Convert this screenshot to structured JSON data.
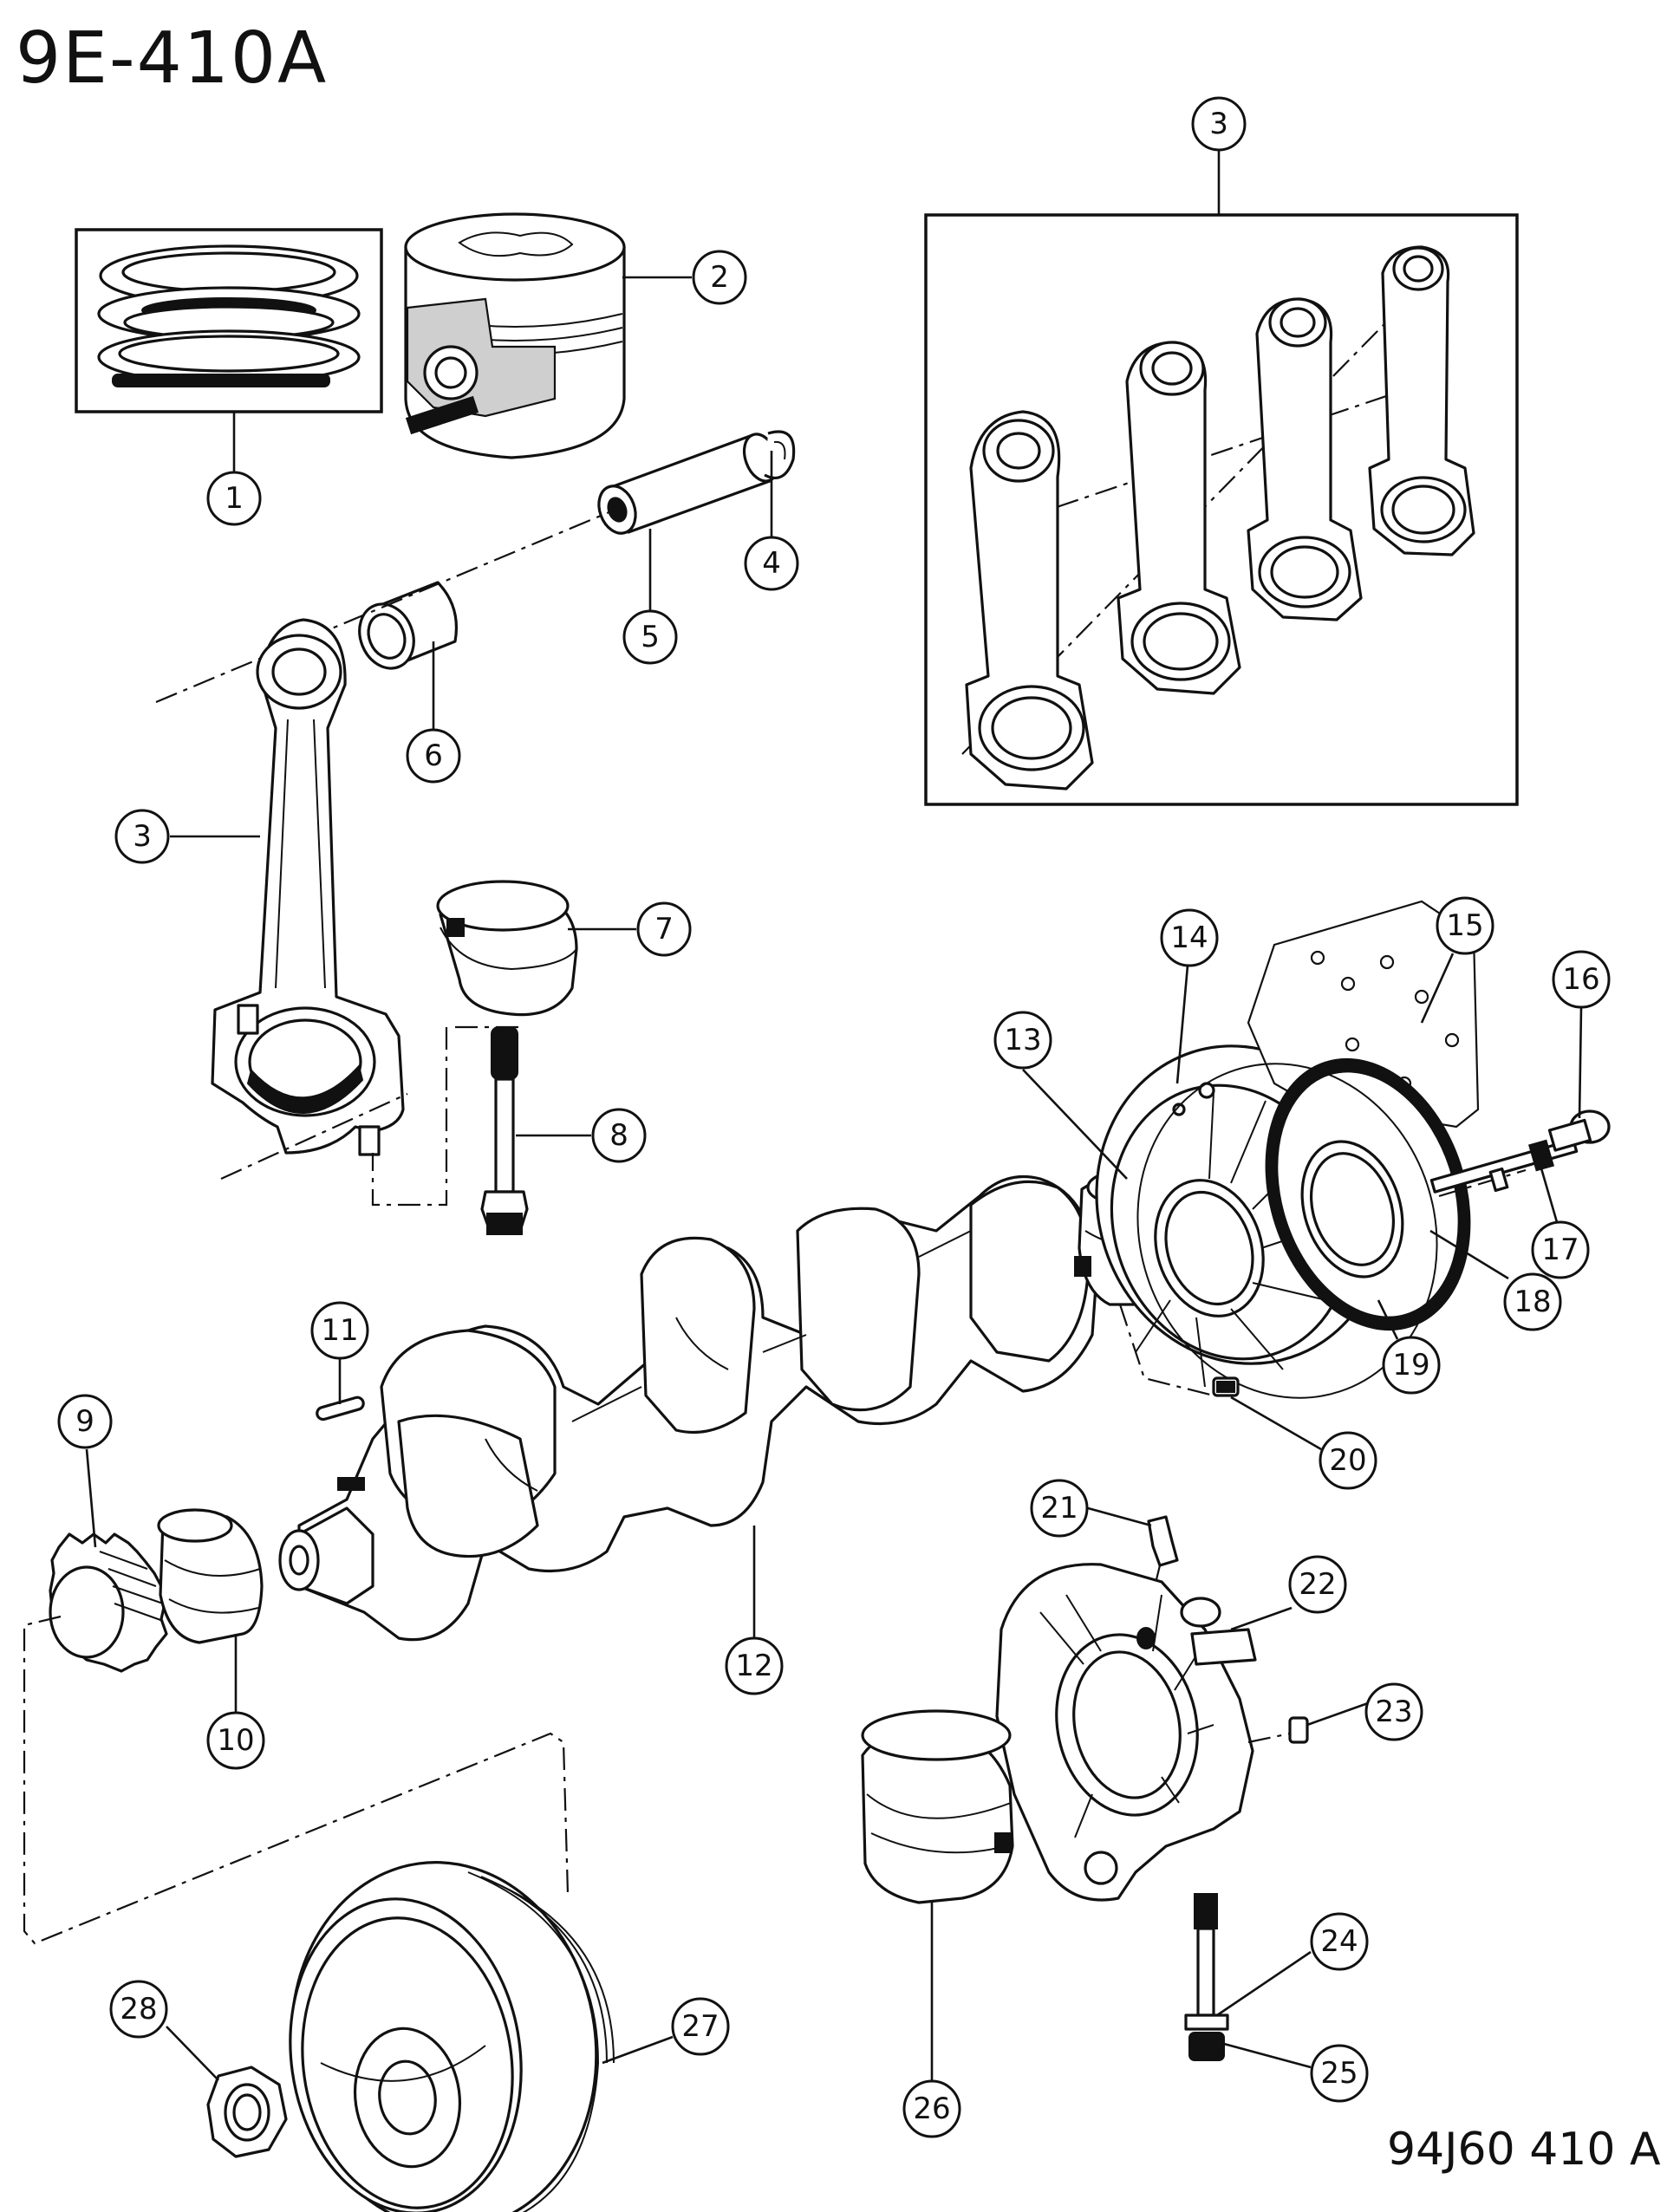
{
  "header": {
    "code": "9E-410A"
  },
  "footer": {
    "code": "94J60  410 A"
  },
  "callouts": [
    {
      "id": "c1",
      "label": "1"
    },
    {
      "id": "c2",
      "label": "2"
    },
    {
      "id": "c3a",
      "label": "3"
    },
    {
      "id": "c3b",
      "label": "3"
    },
    {
      "id": "c4",
      "label": "4"
    },
    {
      "id": "c5",
      "label": "5"
    },
    {
      "id": "c6",
      "label": "6"
    },
    {
      "id": "c7",
      "label": "7"
    },
    {
      "id": "c8",
      "label": "8"
    },
    {
      "id": "c9",
      "label": "9"
    },
    {
      "id": "c10",
      "label": "10"
    },
    {
      "id": "c11",
      "label": "11"
    },
    {
      "id": "c12",
      "label": "12"
    },
    {
      "id": "c13",
      "label": "13"
    },
    {
      "id": "c14",
      "label": "14"
    },
    {
      "id": "c15",
      "label": "15"
    },
    {
      "id": "c16",
      "label": "16"
    },
    {
      "id": "c17",
      "label": "17"
    },
    {
      "id": "c18",
      "label": "18"
    },
    {
      "id": "c19",
      "label": "19"
    },
    {
      "id": "c20",
      "label": "20"
    },
    {
      "id": "c21",
      "label": "21"
    },
    {
      "id": "c22",
      "label": "22"
    },
    {
      "id": "c23",
      "label": "23"
    },
    {
      "id": "c24",
      "label": "24"
    },
    {
      "id": "c25",
      "label": "25"
    },
    {
      "id": "c26",
      "label": "26"
    },
    {
      "id": "c27",
      "label": "27"
    },
    {
      "id": "c28",
      "label": "28"
    }
  ]
}
